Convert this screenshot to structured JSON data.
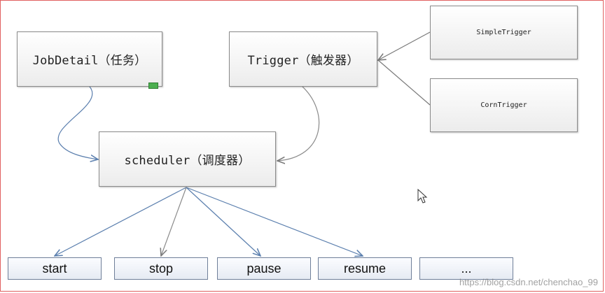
{
  "nodes": {
    "jobdetail": "JobDetail（任务）",
    "trigger": "Trigger（触发器）",
    "scheduler": "scheduler（调度器）",
    "simple_trigger": "SimpleTrigger",
    "corn_trigger": "CornTrigger"
  },
  "actions": [
    {
      "label": "start"
    },
    {
      "label": "stop"
    },
    {
      "label": "pause"
    },
    {
      "label": "resume"
    },
    {
      "label": "..."
    }
  ],
  "watermark": "https://blog.csdn.net/chenchao_99",
  "colors": {
    "edge": "#5b7fae",
    "edge_gray": "#8a8a8a",
    "border": "#8a8a8a"
  }
}
